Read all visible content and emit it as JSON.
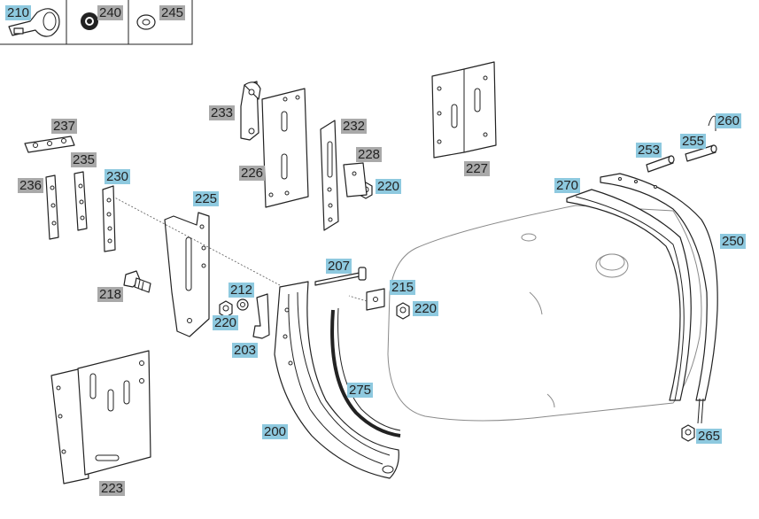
{
  "legend_box": [
    {
      "ref": "210",
      "style": "blue",
      "icon": "cable-clip-icon"
    },
    {
      "ref": "240",
      "style": "grey",
      "icon": "grommet-icon"
    },
    {
      "ref": "245",
      "style": "grey",
      "icon": "washer-icon"
    }
  ],
  "labels": [
    {
      "ref": "237",
      "style": "grey"
    },
    {
      "ref": "235",
      "style": "grey"
    },
    {
      "ref": "230",
      "style": "blue"
    },
    {
      "ref": "236",
      "style": "grey"
    },
    {
      "ref": "233",
      "style": "grey"
    },
    {
      "ref": "226",
      "style": "grey"
    },
    {
      "ref": "232",
      "style": "grey"
    },
    {
      "ref": "228",
      "style": "grey"
    },
    {
      "ref": "220",
      "style": "blue"
    },
    {
      "ref": "227",
      "style": "grey"
    },
    {
      "ref": "225",
      "style": "blue"
    },
    {
      "ref": "218",
      "style": "grey"
    },
    {
      "ref": "212",
      "style": "blue"
    },
    {
      "ref": "220",
      "style": "blue"
    },
    {
      "ref": "203",
      "style": "blue"
    },
    {
      "ref": "207",
      "style": "blue"
    },
    {
      "ref": "215",
      "style": "blue"
    },
    {
      "ref": "220",
      "style": "blue"
    },
    {
      "ref": "275",
      "style": "blue"
    },
    {
      "ref": "200",
      "style": "blue"
    },
    {
      "ref": "223",
      "style": "grey"
    },
    {
      "ref": "270",
      "style": "blue"
    },
    {
      "ref": "253",
      "style": "blue"
    },
    {
      "ref": "255",
      "style": "blue"
    },
    {
      "ref": "260",
      "style": "blue"
    },
    {
      "ref": "250",
      "style": "blue"
    },
    {
      "ref": "265",
      "style": "blue"
    }
  ],
  "colors": {
    "blue_label": "#8ec9df",
    "grey_label": "#a9a9a9",
    "line": "#222222",
    "tank_outline": "#8a8a8a"
  }
}
